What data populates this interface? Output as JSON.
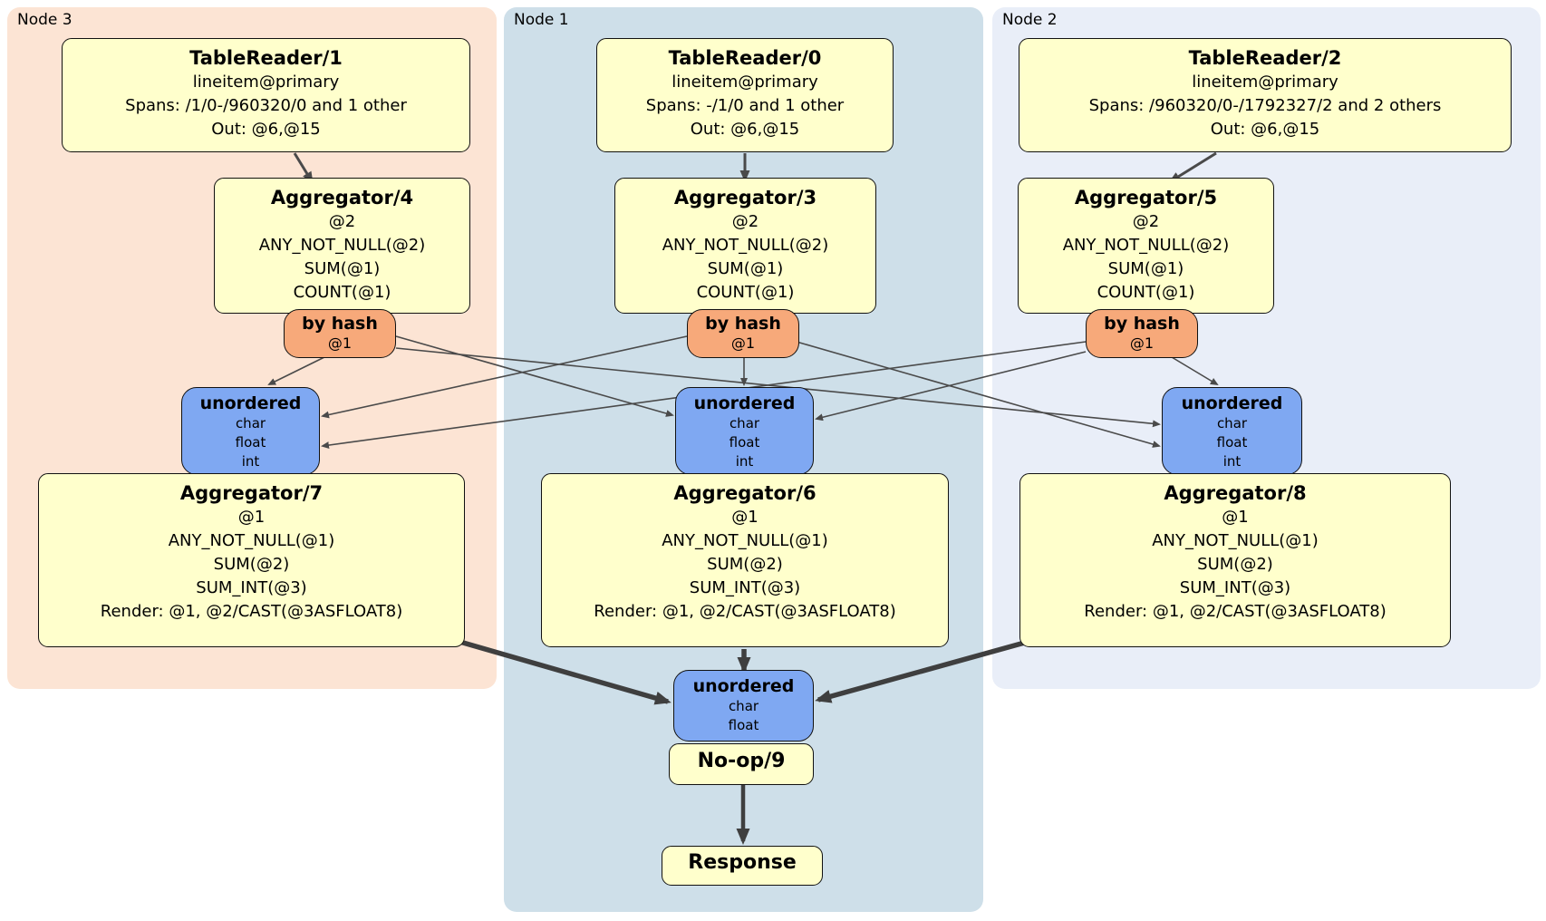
{
  "colors": {
    "node3_bg": "#fce4d4",
    "node1_bg": "#cedfe9",
    "node2_bg": "#e9eef8",
    "processor_fill": "#ffffcc",
    "router_fill": "#f7a97a",
    "sync_fill": "#7fa8f2",
    "edge": "#4a4a4a"
  },
  "panels": {
    "node3": {
      "label": "Node 3"
    },
    "node1": {
      "label": "Node 1"
    },
    "node2": {
      "label": "Node 2"
    }
  },
  "boxes": {
    "tr1": {
      "title": "TableReader/1",
      "lines": [
        "lineitem@primary",
        "Spans: /1/0-/960320/0 and 1 other",
        "Out: @6,@15"
      ]
    },
    "tr0": {
      "title": "TableReader/0",
      "lines": [
        "lineitem@primary",
        "Spans: -/1/0 and 1 other",
        "Out: @6,@15"
      ]
    },
    "tr2": {
      "title": "TableReader/2",
      "lines": [
        "lineitem@primary",
        "Spans: /960320/0-/1792327/2 and 2 others",
        "Out: @6,@15"
      ]
    },
    "agg4": {
      "title": "Aggregator/4",
      "lines": [
        "@2",
        "ANY_NOT_NULL(@2)",
        "SUM(@1)",
        "COUNT(@1)"
      ]
    },
    "agg3": {
      "title": "Aggregator/3",
      "lines": [
        "@2",
        "ANY_NOT_NULL(@2)",
        "SUM(@1)",
        "COUNT(@1)"
      ]
    },
    "agg5": {
      "title": "Aggregator/5",
      "lines": [
        "@2",
        "ANY_NOT_NULL(@2)",
        "SUM(@1)",
        "COUNT(@1)"
      ]
    },
    "byhash3": {
      "title": "by hash",
      "lines": [
        "@1"
      ]
    },
    "byhash1": {
      "title": "by hash",
      "lines": [
        "@1"
      ]
    },
    "byhash2": {
      "title": "by hash",
      "lines": [
        "@1"
      ]
    },
    "unordered3": {
      "title": "unordered",
      "lines": [
        "char",
        "float",
        "int"
      ]
    },
    "unordered1": {
      "title": "unordered",
      "lines": [
        "char",
        "float",
        "int"
      ]
    },
    "unordered2": {
      "title": "unordered",
      "lines": [
        "char",
        "float",
        "int"
      ]
    },
    "agg7": {
      "title": "Aggregator/7",
      "lines": [
        "@1",
        "ANY_NOT_NULL(@1)",
        "SUM(@2)",
        "SUM_INT(@3)",
        "Render: @1, @2/CAST(@3ASFLOAT8)"
      ]
    },
    "agg6": {
      "title": "Aggregator/6",
      "lines": [
        "@1",
        "ANY_NOT_NULL(@1)",
        "SUM(@2)",
        "SUM_INT(@3)",
        "Render: @1, @2/CAST(@3ASFLOAT8)"
      ]
    },
    "agg8": {
      "title": "Aggregator/8",
      "lines": [
        "@1",
        "ANY_NOT_NULL(@1)",
        "SUM(@2)",
        "SUM_INT(@3)",
        "Render: @1, @2/CAST(@3ASFLOAT8)"
      ]
    },
    "unordered_final": {
      "title": "unordered",
      "lines": [
        "char",
        "float"
      ]
    },
    "noop": {
      "title": "No-op/9"
    },
    "response": {
      "title": "Response"
    }
  }
}
